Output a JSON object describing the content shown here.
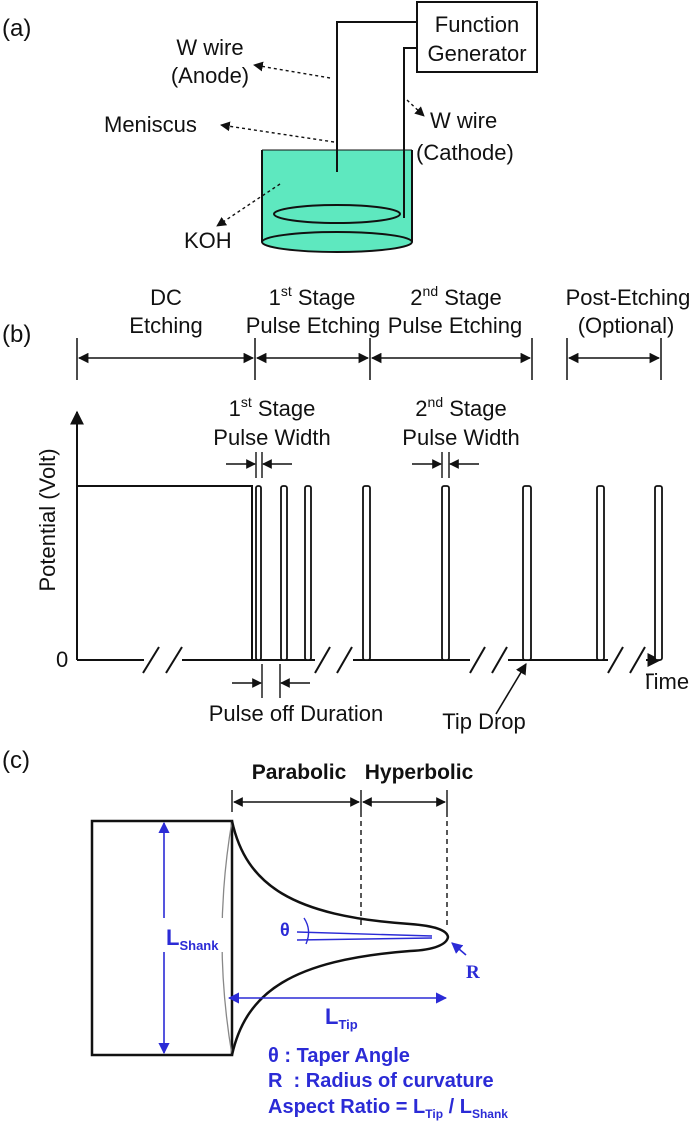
{
  "panel_a": {
    "label": "(a)",
    "function_generator": [
      "Function",
      "Generator"
    ],
    "anode": [
      "W wire",
      "(Anode)"
    ],
    "cathode": [
      "W wire",
      "(Cathode)"
    ],
    "meniscus": "Meniscus",
    "koh": "KOH",
    "liquid_color": "#5ee8bf"
  },
  "panel_b": {
    "label": "(b)",
    "stages": [
      [
        "DC",
        "Etching"
      ],
      [
        "1",
        "st",
        " Stage",
        "Pulse Etching"
      ],
      [
        "2",
        "nd",
        " Stage",
        "Pulse Etching"
      ],
      [
        "Post-Etching",
        "(Optional)"
      ]
    ],
    "ylabel": "Potential (Volt)",
    "zero": "0",
    "xlabel": "Time",
    "pulse_width_1": [
      "1",
      "st",
      " Stage",
      "Pulse Width"
    ],
    "pulse_width_2": [
      "2",
      "nd",
      " Stage",
      "Pulse Width"
    ],
    "pulse_off": "Pulse off Duration",
    "tip_drop": "Tip Drop"
  },
  "panel_c": {
    "label": "(c)",
    "parabolic": "Parabolic",
    "hyperbolic": "Hyperbolic",
    "theta": "θ",
    "r": "R",
    "l_shank": [
      "L",
      "Shank"
    ],
    "l_tip": [
      "L",
      "Tip"
    ],
    "legend": {
      "taper": "θ : Taper Angle",
      "radius": "R  : Radius of curvature",
      "aspect_prefix": "Aspect Ratio = L",
      "aspect_tip": "Tip",
      "aspect_mid": " / L",
      "aspect_shank": "Shank"
    },
    "accent_color": "#2b2bd6"
  }
}
